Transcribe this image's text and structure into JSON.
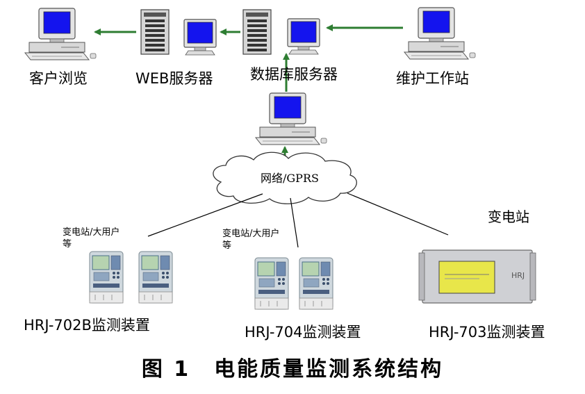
{
  "diagram": {
    "nodes": {
      "client": "客户浏览",
      "web_server": "WEB服务器",
      "db_server": "数据库服务器",
      "maintenance": "维护工作站",
      "network": "网络/GPRS",
      "substation_note": "变电站"
    },
    "groups": [
      {
        "note": "变电站/大用户\n等",
        "device": "HRJ-702B监测装置"
      },
      {
        "note": "变电站/大用户\n等",
        "device": "HRJ-704监测装置"
      },
      {
        "device": "HRJ-703监测装置"
      }
    ],
    "caption": {
      "figure": "图 1",
      "text": "电能质量监测系统结构"
    }
  },
  "colors": {
    "arrow": "#2e7d32",
    "screen": "#1414ee",
    "case": "#c8c8c8"
  }
}
